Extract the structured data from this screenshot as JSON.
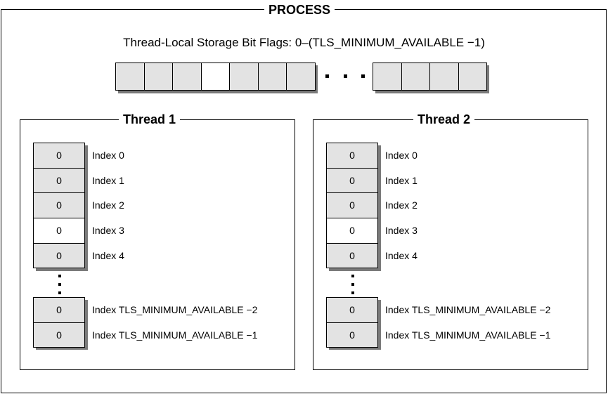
{
  "process": {
    "title": "PROCESS",
    "bit_flags_label": "Thread-Local Storage Bit Flags: 0–(TLS_MINIMUM_AVAILABLE −1)",
    "bit_flags_left": [
      "used",
      "used",
      "used",
      "free",
      "used",
      "used",
      "used"
    ],
    "bit_flags_right": [
      "used",
      "used",
      "used",
      "used"
    ]
  },
  "threads": [
    {
      "title": "Thread 1",
      "slots": [
        {
          "value": "0",
          "label": "Index 0",
          "state": "used"
        },
        {
          "value": "0",
          "label": "Index 1",
          "state": "used"
        },
        {
          "value": "0",
          "label": "Index 2",
          "state": "used"
        },
        {
          "value": "0",
          "label": "Index 3",
          "state": "free"
        },
        {
          "value": "0",
          "label": "Index 4",
          "state": "used"
        }
      ],
      "tail_slots": [
        {
          "value": "0",
          "label": "Index TLS_MINIMUM_AVAILABLE −2",
          "state": "used"
        },
        {
          "value": "0",
          "label": "Index TLS_MINIMUM_AVAILABLE −1",
          "state": "used"
        }
      ]
    },
    {
      "title": "Thread 2",
      "slots": [
        {
          "value": "0",
          "label": "Index 0",
          "state": "used"
        },
        {
          "value": "0",
          "label": "Index 1",
          "state": "used"
        },
        {
          "value": "0",
          "label": "Index 2",
          "state": "used"
        },
        {
          "value": "0",
          "label": "Index 3",
          "state": "free"
        },
        {
          "value": "0",
          "label": "Index 4",
          "state": "used"
        }
      ],
      "tail_slots": [
        {
          "value": "0",
          "label": "Index TLS_MINIMUM_AVAILABLE −2",
          "state": "used"
        },
        {
          "value": "0",
          "label": "Index TLS_MINIMUM_AVAILABLE −1",
          "state": "used"
        }
      ]
    }
  ]
}
